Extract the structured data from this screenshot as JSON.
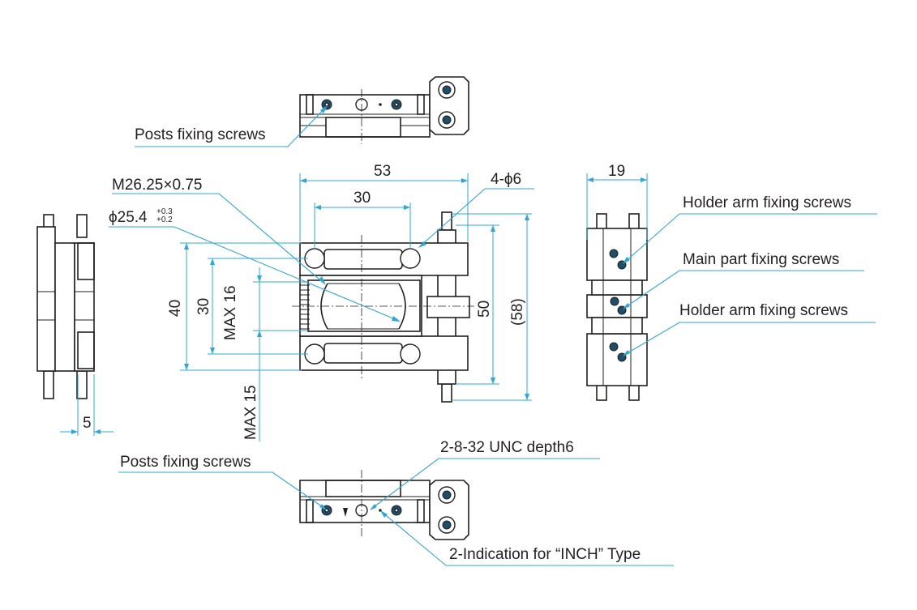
{
  "labels": {
    "posts_fixing_top": "Posts fixing screws",
    "posts_fixing_bottom": "Posts fixing screws",
    "thread": "M26.25×0.75",
    "bore": "ϕ25.4",
    "bore_tol_upper": "+0.3",
    "bore_tol_lower": "+0.2",
    "holes": "4-ϕ6",
    "holder_arm_1": "Holder arm fixing screws",
    "main_part": "Main part fixing screws",
    "holder_arm_2": "Holder arm fixing screws",
    "unc": "2-8-32 UNC depth6",
    "inch": "2-Indication for “INCH” Type"
  },
  "dimensions": {
    "width_53": "53",
    "width_30": "30",
    "width_19": "19",
    "height_40": "40",
    "height_30": "30",
    "max_16": "MAX 16",
    "max_15": "MAX 15",
    "height_50": "50",
    "height_58": "(58)",
    "thick_5": "5"
  },
  "colors": {
    "leader": "#29a8df",
    "outline": "#231f20",
    "screw": "#1b4f6b"
  }
}
